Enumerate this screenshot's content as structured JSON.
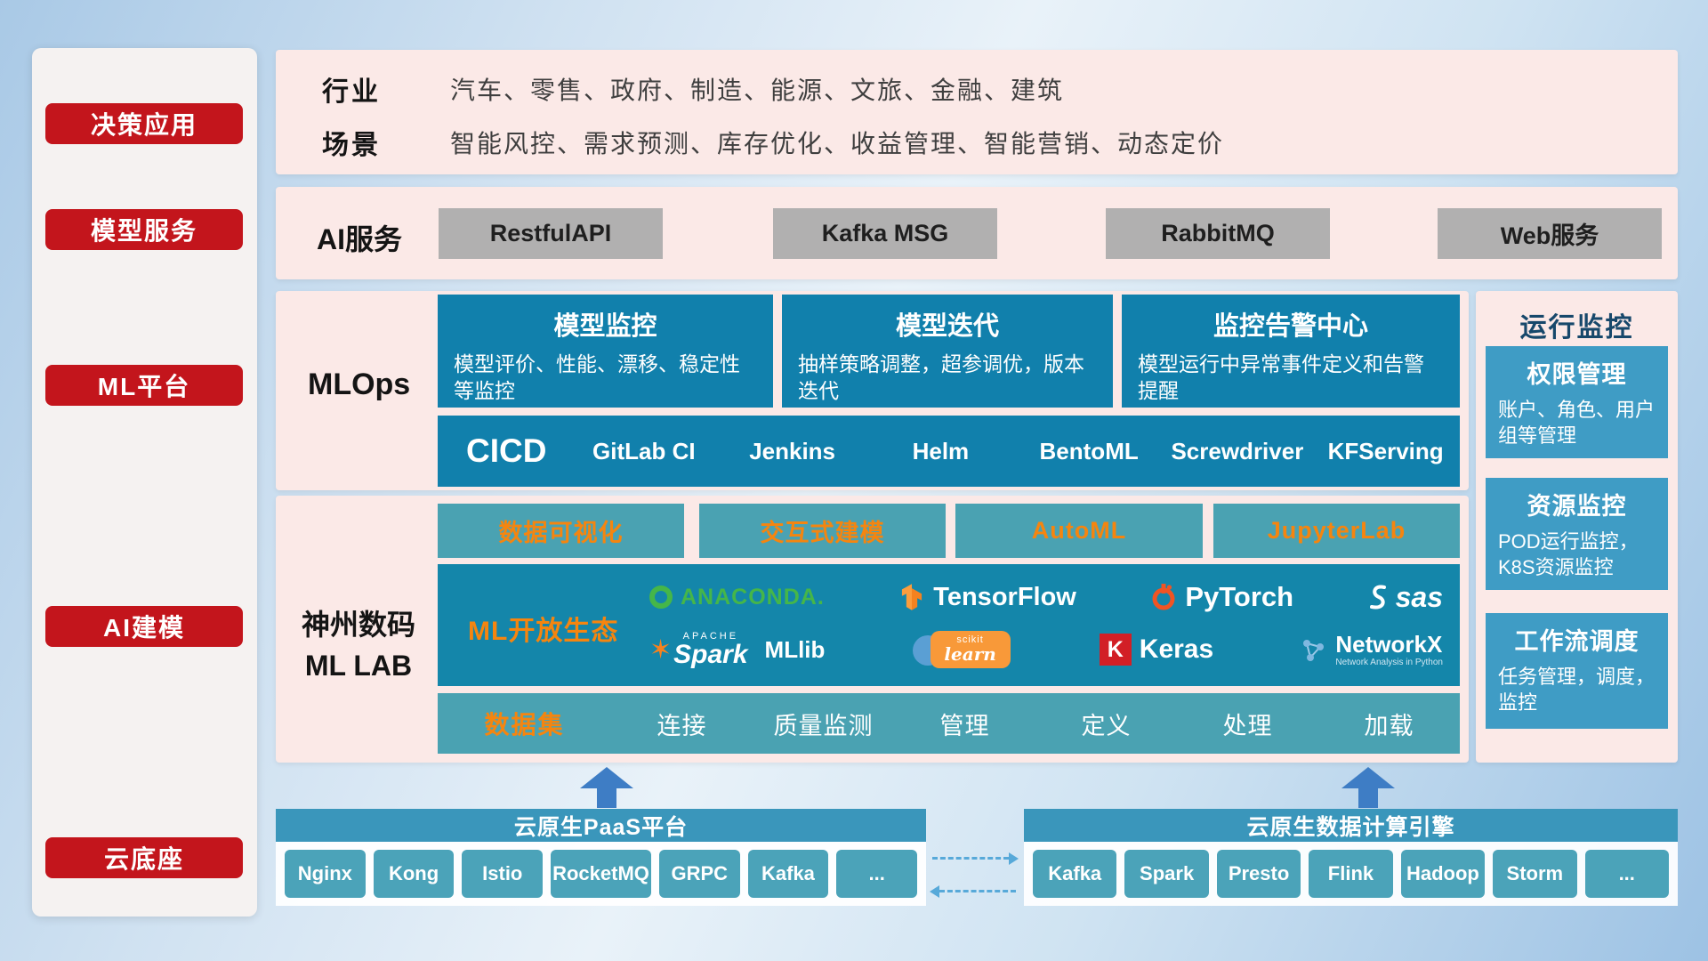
{
  "sidebar": {
    "items": [
      {
        "label": "决策应用"
      },
      {
        "label": "模型服务"
      },
      {
        "label": "ML平台"
      },
      {
        "label": "AI建模"
      },
      {
        "label": "云底座"
      }
    ]
  },
  "row1": {
    "industry_label": "行业",
    "industry_text": "汽车、零售、政府、制造、能源、文旅、金融、建筑",
    "scene_label": "场景",
    "scene_text": "智能风控、需求预测、库存优化、收益管理、智能营销、动态定价"
  },
  "row2": {
    "label": "AI服务",
    "buttons": [
      "RestfulAPI",
      "Kafka MSG",
      "RabbitMQ",
      "Web服务"
    ]
  },
  "mlops": {
    "label": "MLOps",
    "cards": [
      {
        "title": "模型监控",
        "desc": "模型评价、性能、漂移、稳定性等监控"
      },
      {
        "title": "模型迭代",
        "desc": "抽样策略调整，超参调优，版本迭代"
      },
      {
        "title": "监控告警中心",
        "desc": "模型运行中异常事件定义和告警提醒"
      }
    ],
    "cicd_title": "CICD",
    "cicd_tools": [
      "GitLab CI",
      "Jenkins",
      "Helm",
      "BentoML",
      "Screwdriver",
      "KFServing"
    ]
  },
  "monitor": {
    "title": "运行监控",
    "cards": [
      {
        "title": "权限管理",
        "desc": "账户、角色、用户组等管理"
      },
      {
        "title": "资源监控",
        "desc": "POD运行监控，K8S资源监控"
      },
      {
        "title": "工作流调度",
        "desc": "任务管理，调度，监控"
      }
    ]
  },
  "mllab": {
    "brand_line1": "神州数码",
    "brand_line2": "ML LAB",
    "tools": [
      "数据可视化",
      "交互式建模",
      "AutoML",
      "JupyterLab"
    ],
    "eco_label": "ML开放生态",
    "logos": {
      "anaconda": "ANACONDA.",
      "tensorflow": "TensorFlow",
      "pytorch": "PyTorch",
      "sas": "sas",
      "spark_sup": "APACHE",
      "spark": "Spark",
      "mllib": "MLlib",
      "sklearn_sup": "scikit",
      "sklearn": "learn",
      "keras_k": "K",
      "keras": "Keras",
      "networkx": "NetworkX",
      "networkx_sub": "Network Analysis in Python"
    },
    "dataset_label": "数据集",
    "dataset_items": [
      "连接",
      "质量监测",
      "管理",
      "定义",
      "处理",
      "加载"
    ]
  },
  "bottom": {
    "paas_title": "云原生PaaS平台",
    "paas_items": [
      "Nginx",
      "Kong",
      "Istio",
      "RocketMQ",
      "GRPC",
      "Kafka",
      "..."
    ],
    "engine_title": "云原生数据计算引擎",
    "engine_items": [
      "Kafka",
      "Spark",
      "Presto",
      "Flink",
      "Hadoop",
      "Storm",
      "..."
    ]
  },
  "colors": {
    "accent_red": "#c3151c",
    "panel_pink": "#fbe9e7",
    "teal_dark": "#1180ac",
    "teal_light": "#4aa2b2",
    "blue_card": "#3f9cc5",
    "orange": "#f5850f"
  }
}
